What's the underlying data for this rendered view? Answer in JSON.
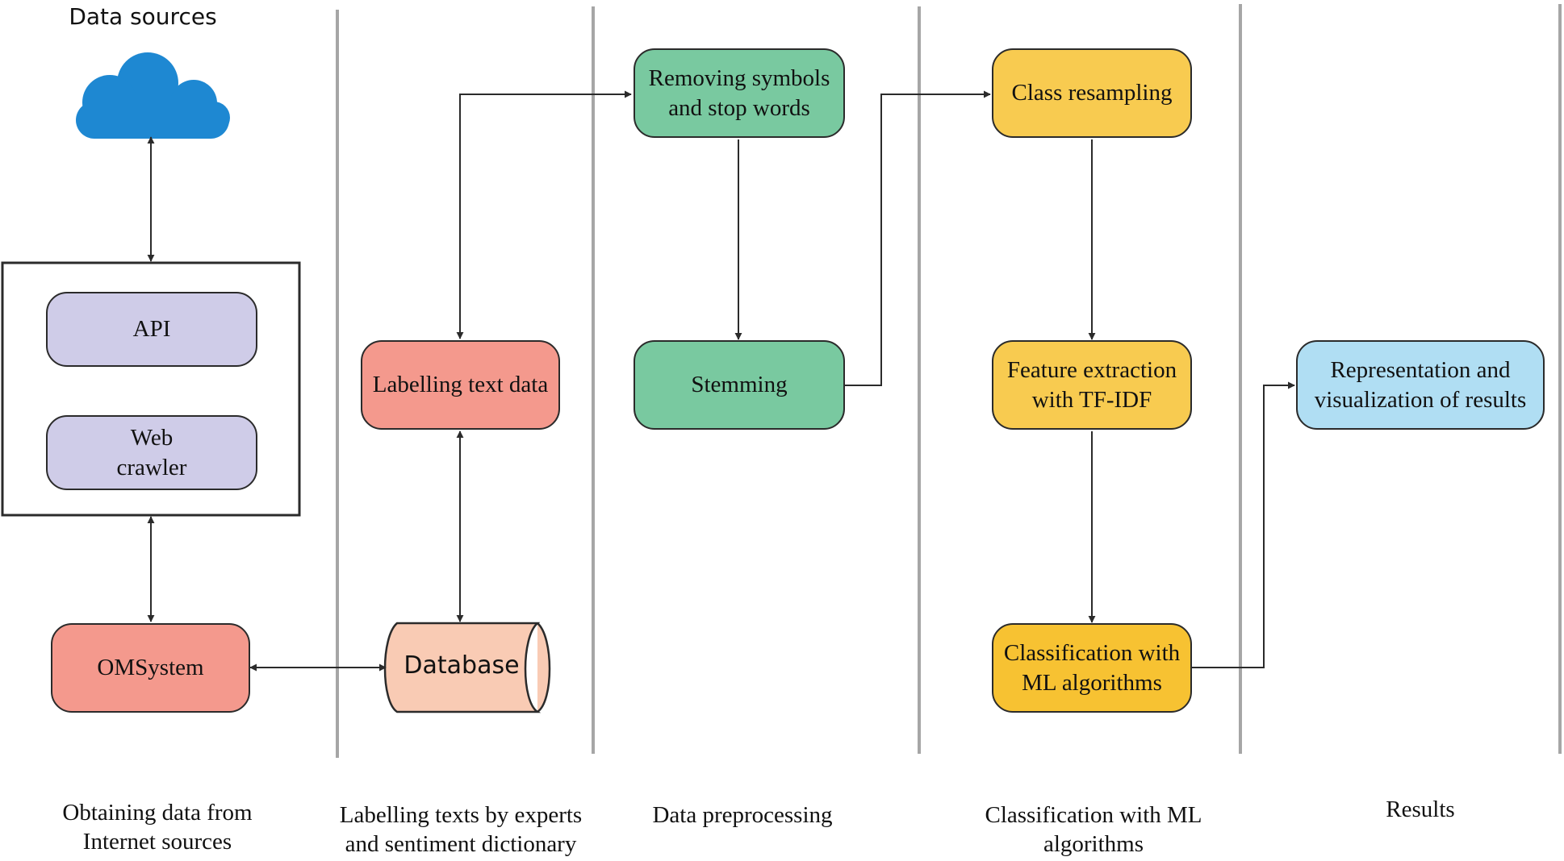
{
  "source": {
    "title": "Data sources",
    "icon": "cloud-icon"
  },
  "lanes": [
    {
      "line1": "Obtaining data from",
      "line2": "Internet sources"
    },
    {
      "line1": "Labelling texts by experts",
      "line2": "and sentiment dictionary"
    },
    {
      "line1": "Data preprocessing",
      "line2": ""
    },
    {
      "line1": "Classification with ML",
      "line2": "algorithms"
    },
    {
      "line1": "Results",
      "line2": ""
    }
  ],
  "nodes": {
    "api": {
      "line1": "API",
      "line2": ""
    },
    "web_crawler": {
      "line1": "Web",
      "line2": "crawler"
    },
    "omsystem": {
      "line1": "OMSystem",
      "line2": ""
    },
    "database": {
      "label": "Database"
    },
    "labelling": {
      "line1": "Labelling text data",
      "line2": ""
    },
    "removing": {
      "line1": "Removing symbols",
      "line2": "and stop words"
    },
    "stemming": {
      "line1": "Stemming",
      "line2": ""
    },
    "resampling": {
      "line1": "Class resampling",
      "line2": ""
    },
    "feature": {
      "line1": "Feature extraction",
      "line2": "with TF-IDF"
    },
    "classification": {
      "line1": "Classification with",
      "line2": "ML algorithms"
    },
    "results": {
      "line1": "Representation and",
      "line2": "visualization of results"
    }
  },
  "colors": {
    "cloud": "#1e88d2",
    "purple": "#cfcce8",
    "red": "#f4998d",
    "database": "#f9cbb4",
    "green": "#79c9a0",
    "yellow": "#f8cb50",
    "blue": "#b0def3",
    "lane_divider": "#a6a6a6"
  }
}
